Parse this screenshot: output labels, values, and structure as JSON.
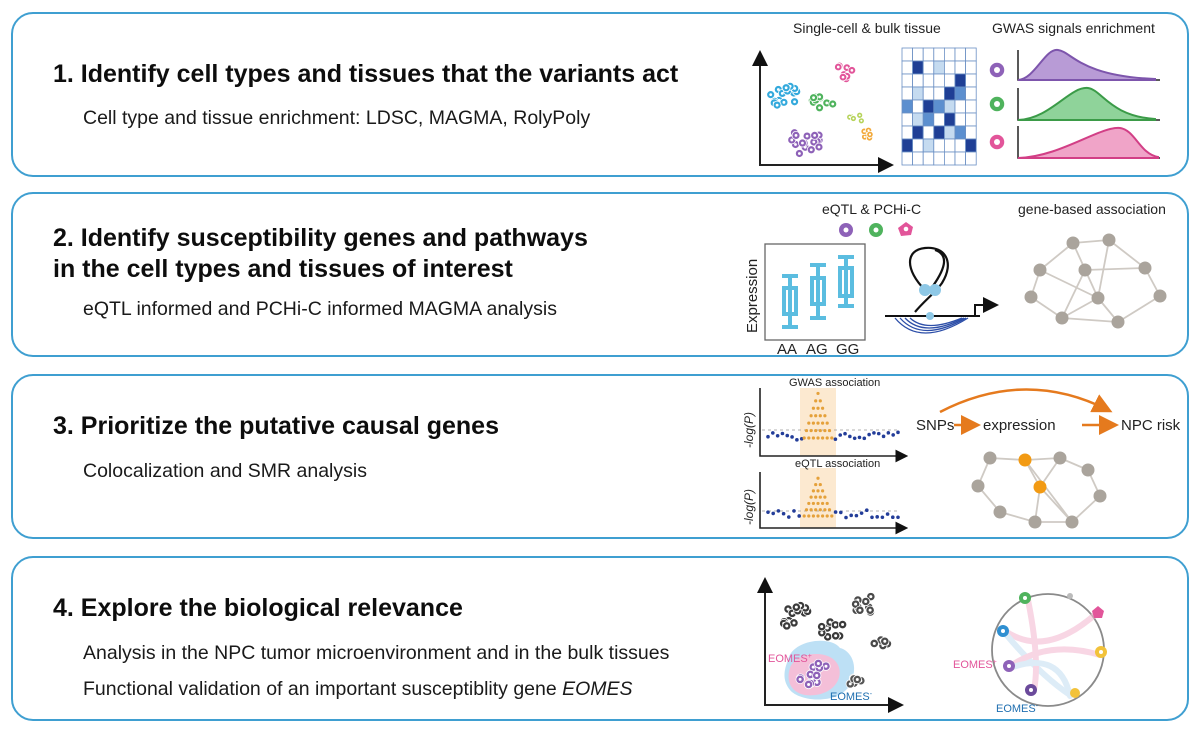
{
  "steps": [
    {
      "heading": "1. Identify cell types and tissues that the variants act",
      "subs": [
        "Cell type and tissue enrichment: LDSC, MAGMA, RolyPoly"
      ],
      "labels": {
        "single_cell": "Single-cell & bulk tissue",
        "gwas": "GWAS signals enrichment"
      }
    },
    {
      "heading": "2. Identify susceptibility genes and pathways\n in the cell types and tissues of interest",
      "subs": [
        "eQTL informed and PCHi-C informed MAGMA analysis"
      ],
      "labels": {
        "eqtl_pchic": "eQTL & PCHi-C",
        "gene_based": "gene-based association",
        "y_axis": "Expression",
        "genotypes": [
          "AA",
          "AG",
          "GG"
        ]
      }
    },
    {
      "heading": "3. Prioritize the putative causal genes",
      "subs": [
        "Colocalization and SMR analysis"
      ],
      "labels": {
        "gwas_assoc": "GWAS association",
        "eqtl_assoc": "eQTL association",
        "y_axis": "-log(P)",
        "snps": "SNPs",
        "expression": "expression",
        "risk": "NPC risk"
      }
    },
    {
      "heading": "4. Explore the biological relevance",
      "subs": [
        "Analysis in the NPC tumor microenvironment and in the bulk tissues",
        "Functional validation of an important susceptiblity gene"
      ],
      "gene": "EOMES",
      "labels": {
        "eomes_pos": "EOMES",
        "eomes_neg": "EOMES",
        "pos_sup": "+",
        "neg_sup": "-"
      }
    }
  ],
  "colors": {
    "border": "#3f9fd1",
    "purple": "#8e62b8",
    "green": "#4fb35d",
    "pink": "#e2559a",
    "heat_dark": "#1f3f95",
    "heat_mid": "#5c8fcf",
    "heat_light": "#c5dbf0",
    "box": "#5bbde0",
    "orange": "#e57a1e",
    "dot_blue": "#233d99",
    "node_gray": "#aaa49c"
  }
}
